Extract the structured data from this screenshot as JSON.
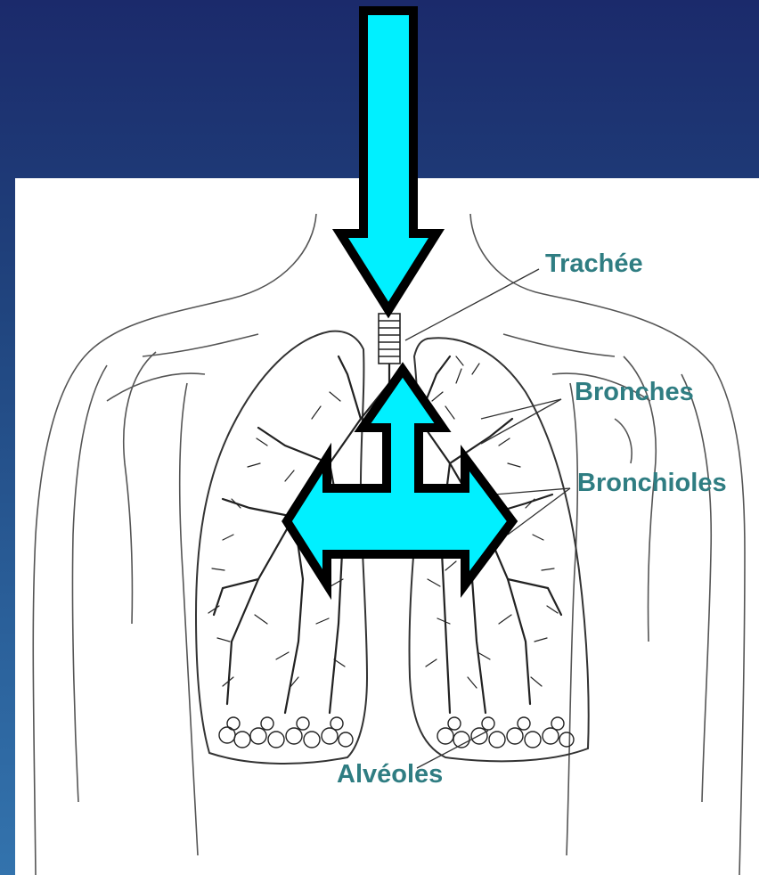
{
  "diagram": {
    "labels": {
      "trachea": "Trachée",
      "bronchi": "Bronches",
      "bronchioles": "Bronchioles",
      "alveoli": "Alvéoles"
    }
  },
  "colors": {
    "background_top": "#1b2a6b",
    "background_bottom": "#3373ad",
    "panel": "#ffffff",
    "arrow_fill": "#00f0ff",
    "arrow_outline": "#000000",
    "label_text": "#2f7d82",
    "line_art": "#333333"
  }
}
